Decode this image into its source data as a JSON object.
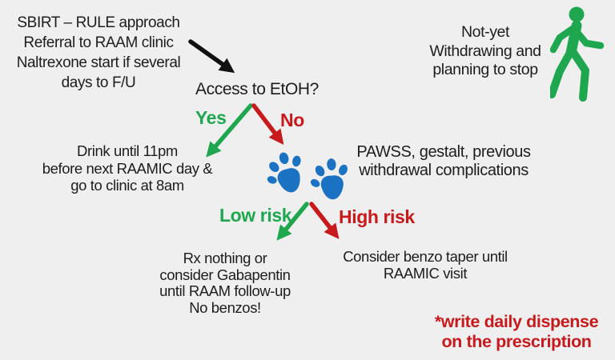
{
  "palette": {
    "background": "#efefef",
    "green": "#1fa750",
    "red": "#c8191c",
    "blue": "#1b72c2",
    "text_black": "#1d1d1d"
  },
  "nodes": {
    "plan_note": {
      "lines": [
        "SBIRT – RULE approach",
        "Referral to RAAM clinic",
        "Naltrexone start if several",
        "days to F/U"
      ]
    },
    "status_note": {
      "lines": [
        "Not-yet",
        "Withdrawing and",
        "planning to stop"
      ]
    },
    "decision_etoh": {
      "question": "Access to EtOH?",
      "yes_label": "Yes",
      "no_label": "No"
    },
    "yes_branch": {
      "lines": [
        "Drink until 11pm",
        "before next RAAMIC day &",
        "go to clinic at 8am"
      ]
    },
    "risk_tools": {
      "lines": [
        "PAWSS, gestalt, previous",
        "withdrawal complications"
      ]
    },
    "decision_risk": {
      "low_label": "Low risk",
      "high_label": "High risk"
    },
    "low_risk_branch": {
      "lines": [
        "Rx nothing or",
        "consider Gabapentin",
        "until RAAM follow-up",
        "No benzos!"
      ]
    },
    "high_risk_branch": {
      "lines": [
        "Consider benzo taper until",
        "RAAMIC visit"
      ]
    },
    "prescription_footnote": {
      "lines": [
        "*write daily dispense",
        "on the prescription"
      ]
    }
  },
  "icons": {
    "walker": "walking-person-icon",
    "paw": "paw-print-icon",
    "arrows": [
      "entry-arrow",
      "yes-arrow",
      "no-arrow",
      "low-risk-arrow",
      "high-risk-arrow"
    ]
  }
}
